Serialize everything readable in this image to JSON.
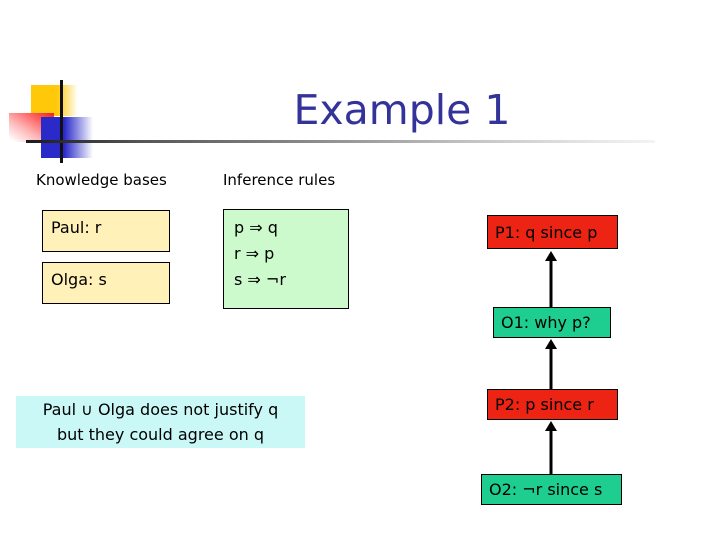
{
  "slide": {
    "title": "Example 1"
  },
  "columns": {
    "knowledge_bases_label": "Knowledge bases",
    "inference_rules_label": "Inference rules"
  },
  "knowledge_bases": [
    {
      "label": "Paul: r"
    },
    {
      "label": "Olga: s"
    }
  ],
  "inference_rules": {
    "lines": [
      "p ⇒ q",
      "r ⇒ p",
      "s ⇒ ¬r"
    ]
  },
  "dialogue": [
    {
      "id": "P1",
      "type": "proponent",
      "label": "P1: q since p"
    },
    {
      "id": "O1",
      "type": "opponent",
      "label": "O1: why p?"
    },
    {
      "id": "P2",
      "type": "proponent",
      "label": "P2: p since r"
    },
    {
      "id": "O2",
      "type": "opponent",
      "label": "O2: ¬r since s"
    }
  ],
  "note": {
    "line1": "Paul ∪ Olga does not justify q",
    "line2": "but they could agree on q"
  },
  "colors": {
    "title-color": "#333399",
    "kb-box-bg": "#FFF1B8",
    "rules-box-bg": "#CCFACC",
    "proponent-bg": "#ED2314",
    "opponent-bg": "#1ECD90",
    "note-bg": "#CAF8F7"
  }
}
